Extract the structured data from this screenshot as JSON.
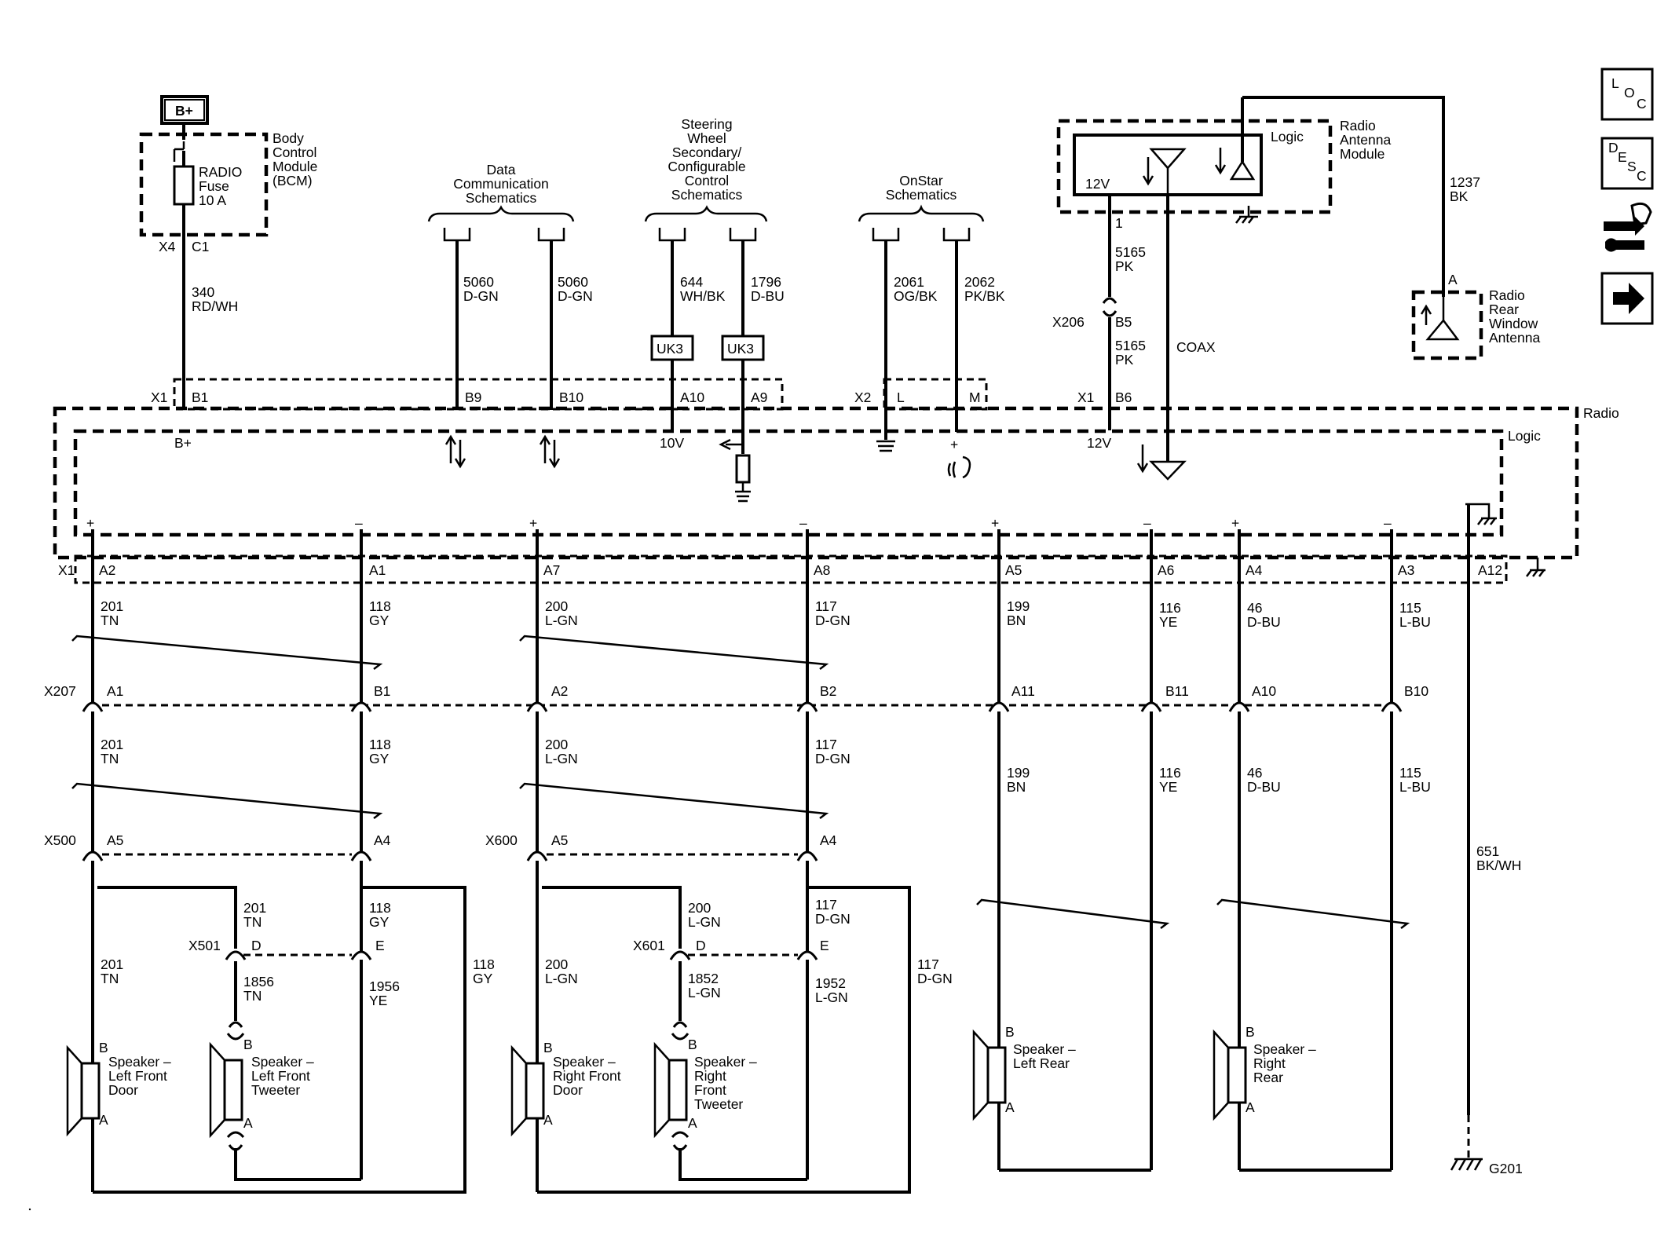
{
  "bplus_box": "B+",
  "bcm": {
    "lines": [
      "Body",
      "Control",
      "Module",
      "(BCM)"
    ],
    "fuse": [
      "RADIO",
      "Fuse",
      "10 A"
    ],
    "x4": "X4",
    "c1": "C1"
  },
  "circuit_340": [
    "340",
    "RD/WH"
  ],
  "data_comm": {
    "lines": [
      "Data",
      "Communication",
      "Schematics"
    ],
    "w1": [
      "5060",
      "D-GN"
    ],
    "w2": [
      "5060",
      "D-GN"
    ]
  },
  "steering": {
    "lines": [
      "Steering",
      "Wheel",
      "Secondary/",
      "Configurable",
      "Control",
      "Schematics"
    ],
    "w1": [
      "644",
      "WH/BK"
    ],
    "w2": [
      "1796",
      "D-BU"
    ],
    "uk3": "UK3"
  },
  "onstar": {
    "lines": [
      "OnStar",
      "Schematics"
    ],
    "w1": [
      "2061",
      "OG/BK"
    ],
    "w2": [
      "2062",
      "PK/BK"
    ]
  },
  "antenna_module": {
    "lines": [
      "Radio",
      "Antenna",
      "Module"
    ],
    "logic": "Logic",
    "v12": "12V",
    "pin1": "1",
    "w1": [
      "5165",
      "PK"
    ],
    "x206": "X206",
    "b5": "B5",
    "w2": [
      "5165",
      "PK"
    ],
    "coax": "COAX"
  },
  "rear_antenna": {
    "lines": [
      "Radio",
      "Rear",
      "Window",
      "Antenna"
    ],
    "pin": "A",
    "wire": [
      "1237",
      "BK"
    ]
  },
  "radio": {
    "label": "Radio",
    "logic": "Logic",
    "x1_top": [
      "X1",
      "B1",
      "B9",
      "B10",
      "A10",
      "A9"
    ],
    "x2": [
      "X2",
      "L",
      "M"
    ],
    "x1_b6": [
      "X1",
      "B6"
    ],
    "bplus": "B+",
    "v10": "10V",
    "v12": "12V",
    "x1_bottom": [
      "X1",
      "A2",
      "A1",
      "A7",
      "A8",
      "A5",
      "A6",
      "A4",
      "A3",
      "A12"
    ]
  },
  "wires_upper": [
    [
      "201",
      "TN"
    ],
    [
      "118",
      "GY"
    ],
    [
      "200",
      "L-GN"
    ],
    [
      "117",
      "D-GN"
    ],
    [
      "199",
      "BN"
    ],
    [
      "116",
      "YE"
    ],
    [
      "46",
      "D-BU"
    ],
    [
      "115",
      "L-BU"
    ]
  ],
  "x207": {
    "name": "X207",
    "pins": [
      "A1",
      "B1",
      "A2",
      "B2",
      "A11",
      "B11",
      "A10",
      "B10"
    ]
  },
  "wires_mid": [
    [
      "201",
      "TN"
    ],
    [
      "118",
      "GY"
    ],
    [
      "200",
      "L-GN"
    ],
    [
      "117",
      "D-GN"
    ],
    [
      "199",
      "BN"
    ],
    [
      "116",
      "YE"
    ],
    [
      "46",
      "D-BU"
    ],
    [
      "115",
      "L-BU"
    ]
  ],
  "ground_wire": [
    "651",
    "BK/WH"
  ],
  "ground": "G201",
  "x500": {
    "name": "X500",
    "pins": [
      "A5",
      "A4"
    ]
  },
  "x600": {
    "name": "X600",
    "pins": [
      "A5",
      "A4"
    ]
  },
  "left_front": {
    "w_201a": [
      "201",
      "TN"
    ],
    "w_118a": [
      "118",
      "GY"
    ],
    "x501": "X501",
    "d": "D",
    "e": "E",
    "w_201b": [
      "201",
      "TN"
    ],
    "w_1856": [
      "1856",
      "TN"
    ],
    "w_1956": [
      "1956",
      "YE"
    ],
    "w_118b": [
      "118",
      "GY"
    ],
    "door": [
      "Speaker –",
      "Left Front",
      "Door"
    ],
    "tweeter": [
      "Speaker –",
      "Left Front",
      "Tweeter"
    ]
  },
  "right_front": {
    "w_200a": [
      "200",
      "L-GN"
    ],
    "w_117a": [
      "117",
      "D-GN"
    ],
    "x601": "X601",
    "d": "D",
    "e": "E",
    "w_200b": [
      "200",
      "L-GN"
    ],
    "w_1852": [
      "1852",
      "L-GN"
    ],
    "w_1952": [
      "1952",
      "L-GN"
    ],
    "w_117b": [
      "117",
      "D-GN"
    ],
    "door": [
      "Speaker –",
      "Right Front",
      "Door"
    ],
    "tweeter": [
      "Speaker –",
      "Right",
      "Front",
      "Tweeter"
    ]
  },
  "left_rear": [
    "Speaker –",
    "Left Rear"
  ],
  "right_rear": [
    "Speaker –",
    "Right",
    "Rear"
  ],
  "pins": {
    "a": "A",
    "b": "B"
  },
  "signs": {
    "plus": "+",
    "minus": "–"
  },
  "nav": {
    "loc": [
      "L",
      "O",
      "C"
    ],
    "desc": [
      "D",
      "E",
      "S",
      "C"
    ]
  }
}
